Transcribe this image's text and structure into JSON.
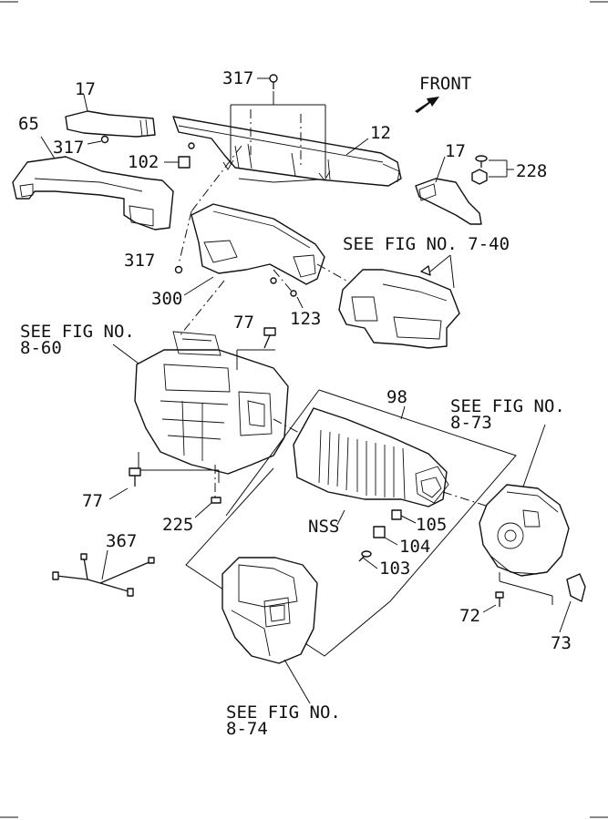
{
  "direction_label": "FRONT",
  "callouts": {
    "p317_top": "317",
    "p17_left": "17",
    "p65": "65",
    "p317_left": "317",
    "p12": "12",
    "p102": "102",
    "p17_right": "17",
    "p228": "228",
    "p317_mid": "317",
    "p300": "300",
    "p123": "123",
    "p77_top": "77",
    "p98": "98",
    "p77_bottom": "77",
    "p225": "225",
    "p367": "367",
    "nss": "NSS",
    "p105": "105",
    "p104": "104",
    "p103": "103",
    "p72": "72",
    "p73": "73"
  },
  "references": {
    "fig_7_40": "SEE FIG NO. 7-40",
    "fig_8_60_line1": "SEE FIG NO.",
    "fig_8_60_line2": "8-60",
    "fig_8_73_line1": "SEE FIG NO.",
    "fig_8_73_line2": "8-73",
    "fig_8_74_line1": "SEE FIG NO.",
    "fig_8_74_line2": "8-74"
  }
}
